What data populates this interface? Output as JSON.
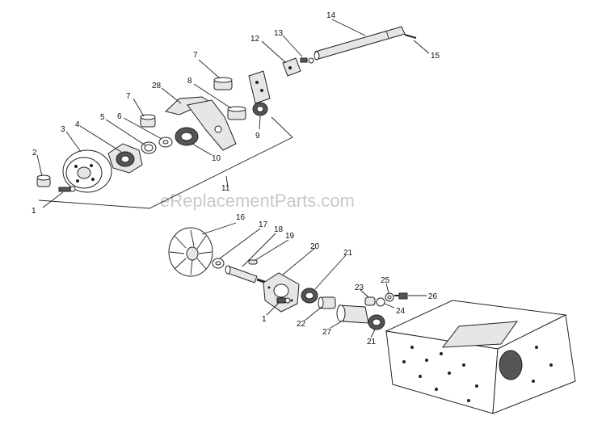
{
  "watermark": "eReplacementParts.com",
  "callouts": [
    "1",
    "2",
    "3",
    "4",
    "5",
    "6",
    "7",
    "7",
    "8",
    "9",
    "10",
    "11",
    "12",
    "13",
    "14",
    "15",
    "16",
    "17",
    "18",
    "19",
    "20",
    "21",
    "21",
    "22",
    "23",
    "24",
    "25",
    "26",
    "27",
    "28",
    "1"
  ]
}
